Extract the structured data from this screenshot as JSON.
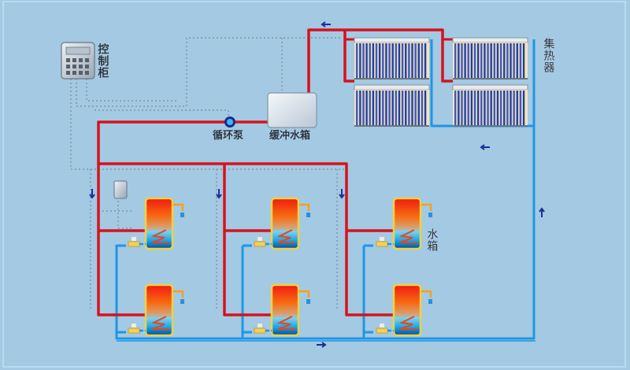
{
  "title": "太阳能集中供热系统示意图",
  "labels": {
    "controller": "控制柜",
    "pump": "循环泵",
    "buffer_tank": "缓冲水箱",
    "collector": "集热器",
    "water_tank": "水箱"
  },
  "colors": {
    "background": "#a3c9e3",
    "hot_pipe": "#d7121b",
    "cold_pipe": "#1e96e6",
    "signal_line": "#7f8c99",
    "tank_border": "#f0d23c",
    "arrow": "#1a2f9a"
  },
  "icons": {
    "controller": "control-cabinet-icon",
    "pump": "circulation-pump-icon",
    "thermostat": "thermostat-icon",
    "valve": "valve-icon",
    "faucet": "faucet-icon"
  },
  "collectors": {
    "rows": 2,
    "columns": 2,
    "tubes_per_panel": 22
  },
  "tanks": {
    "rows": 2,
    "columns": 3
  }
}
